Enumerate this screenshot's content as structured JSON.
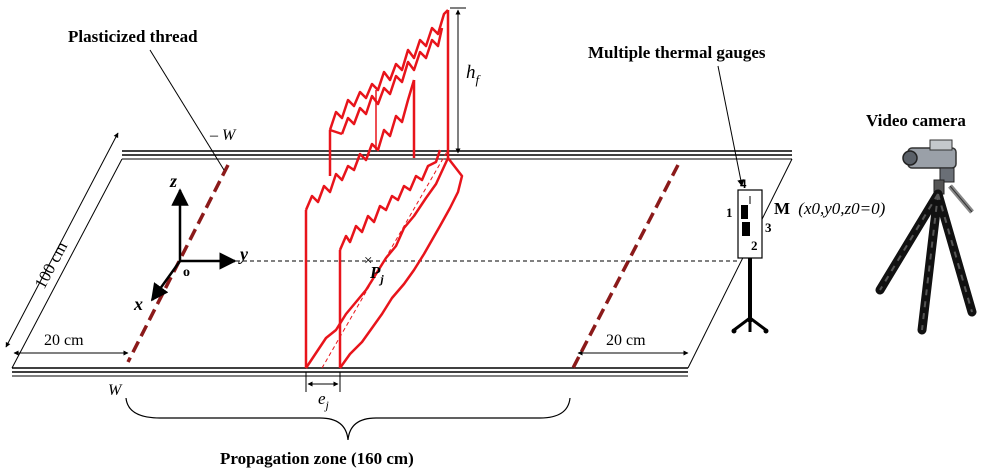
{
  "labels": {
    "plasticized_thread": "Plasticized thread",
    "multiple_thermal_gauges": "Multiple thermal gauges",
    "video_camera": "Video camera",
    "neg_w": "– W",
    "w": "W",
    "width_100": "100 cm",
    "left_20": "20 cm",
    "right_20": "20 cm",
    "propagation_zone": "Propagation zone (160 cm)",
    "flame_height": "h",
    "flame_height_sub": "f",
    "flame_depth": "e",
    "flame_depth_sub": "j",
    "point_p": "P",
    "point_p_sub": "j",
    "axis_z": "z",
    "axis_y": "y",
    "axis_x": "x",
    "origin": "o",
    "gauge_numbers": [
      "4",
      "1",
      "3",
      "2"
    ],
    "point_m": "M",
    "point_m_coords": "(x0,y0,z0=0)"
  },
  "colors": {
    "flame": "#e8141b",
    "thread": "#8b1a1a",
    "line": "#000000"
  }
}
